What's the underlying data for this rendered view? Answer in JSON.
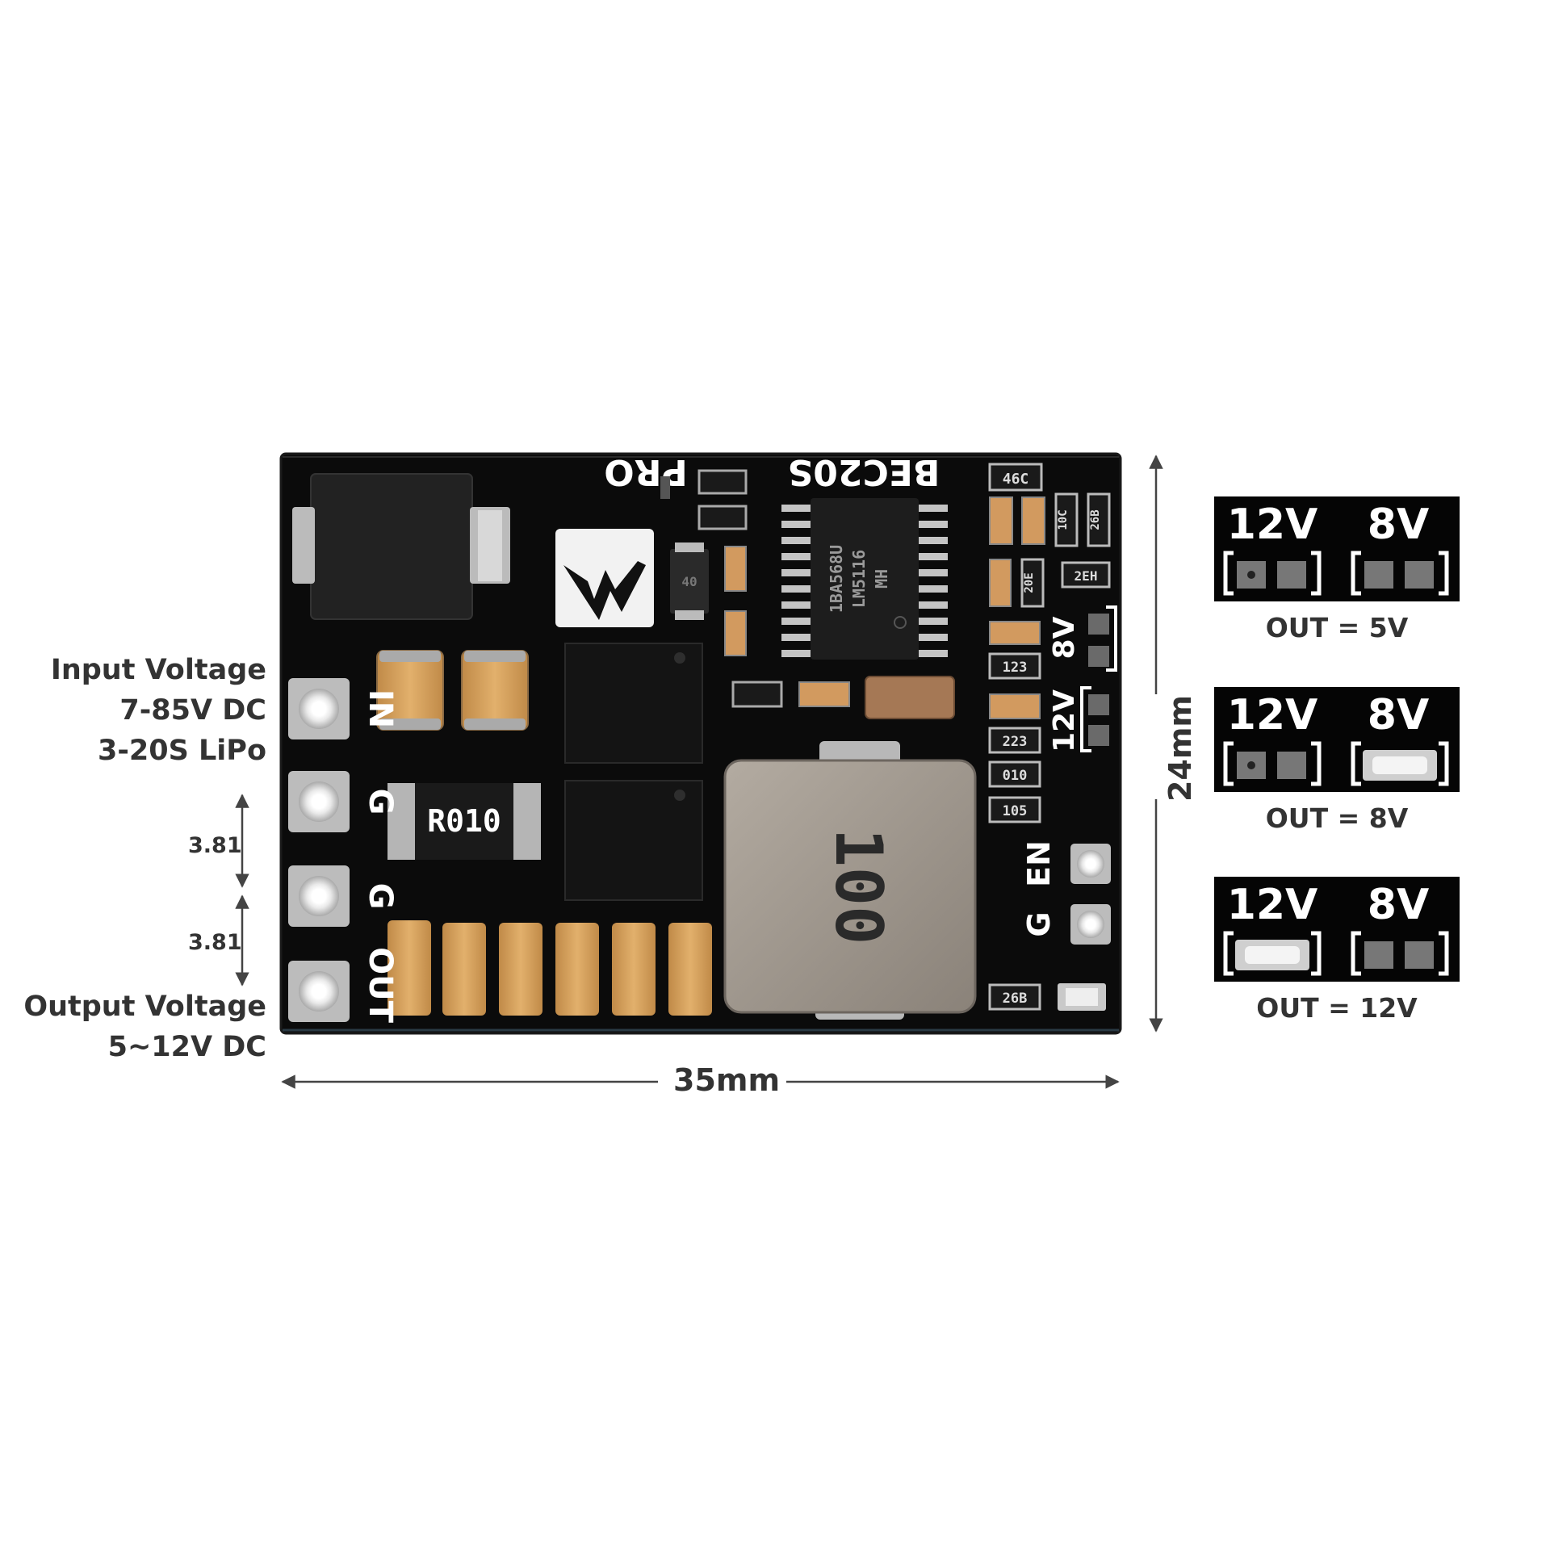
{
  "input": {
    "title": "Input Voltage",
    "range": "7-85V DC",
    "cells": "3-20S LiPo"
  },
  "output": {
    "title": "Output Voltage",
    "range": "5~12V DC"
  },
  "pitch": [
    "3.81",
    "3.81"
  ],
  "dimensions": {
    "width": "35mm",
    "height": "24mm"
  },
  "board": {
    "brand_label": "PRO",
    "model_label": "BEC20S",
    "pads_left": [
      "IN",
      "G",
      "G",
      "OUT"
    ],
    "pads_right": [
      "EN",
      "G"
    ],
    "jumper_labels": [
      "8V",
      "12V"
    ],
    "shunt_marking": "R010",
    "inductor_marking": "100",
    "ic_lines": [
      "1BA568U",
      "LM5116",
      "MH"
    ],
    "diode_marking": "40",
    "smd_codes": [
      "46C",
      "10C",
      "26B",
      "20E",
      "2EH",
      "123",
      "223",
      "010",
      "105",
      "26B"
    ]
  },
  "jumper_configs": [
    {
      "labels": [
        "12V",
        "8V"
      ],
      "bridged": "none",
      "caption": "OUT = 5V"
    },
    {
      "labels": [
        "12V",
        "8V"
      ],
      "bridged": "8V",
      "caption": "OUT = 8V"
    },
    {
      "labels": [
        "12V",
        "8V"
      ],
      "bridged": "12V",
      "caption": "OUT = 12V"
    }
  ],
  "colors": {
    "pcb": "#0b0b0b",
    "capacitor": "#d7a15c",
    "inductor": "#9e958b",
    "pad": "#c8c8c8",
    "text": "#333333"
  }
}
